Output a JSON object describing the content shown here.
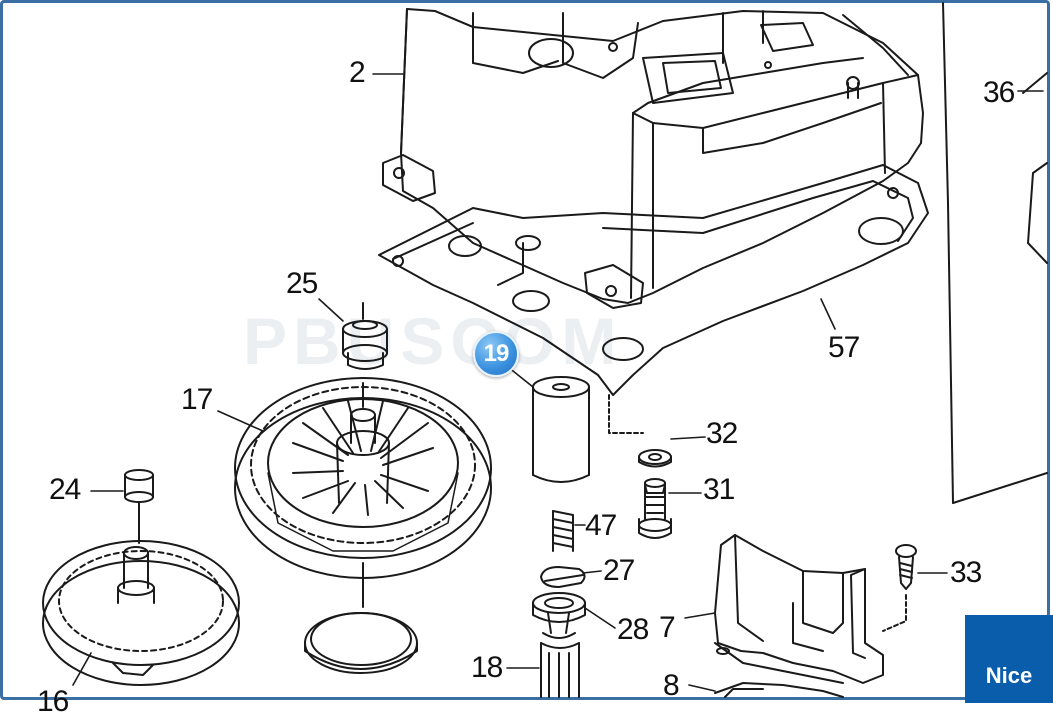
{
  "diagram": {
    "callout_number": "19",
    "watermark_text": "PBUSCOM",
    "brand_logo": "Nice",
    "accent_color": "#3d93e0",
    "border_color": "#3a6fa3",
    "logo_color": "#0a5dab"
  },
  "labels": {
    "l2": "2",
    "l36": "36",
    "l25": "25",
    "l57": "57",
    "l17": "17",
    "l32": "32",
    "l24": "24",
    "l31": "31",
    "l47": "47",
    "l27": "27",
    "l33": "33",
    "l7": "7",
    "l28": "28",
    "l18": "18",
    "l8": "8",
    "l16": "16"
  }
}
